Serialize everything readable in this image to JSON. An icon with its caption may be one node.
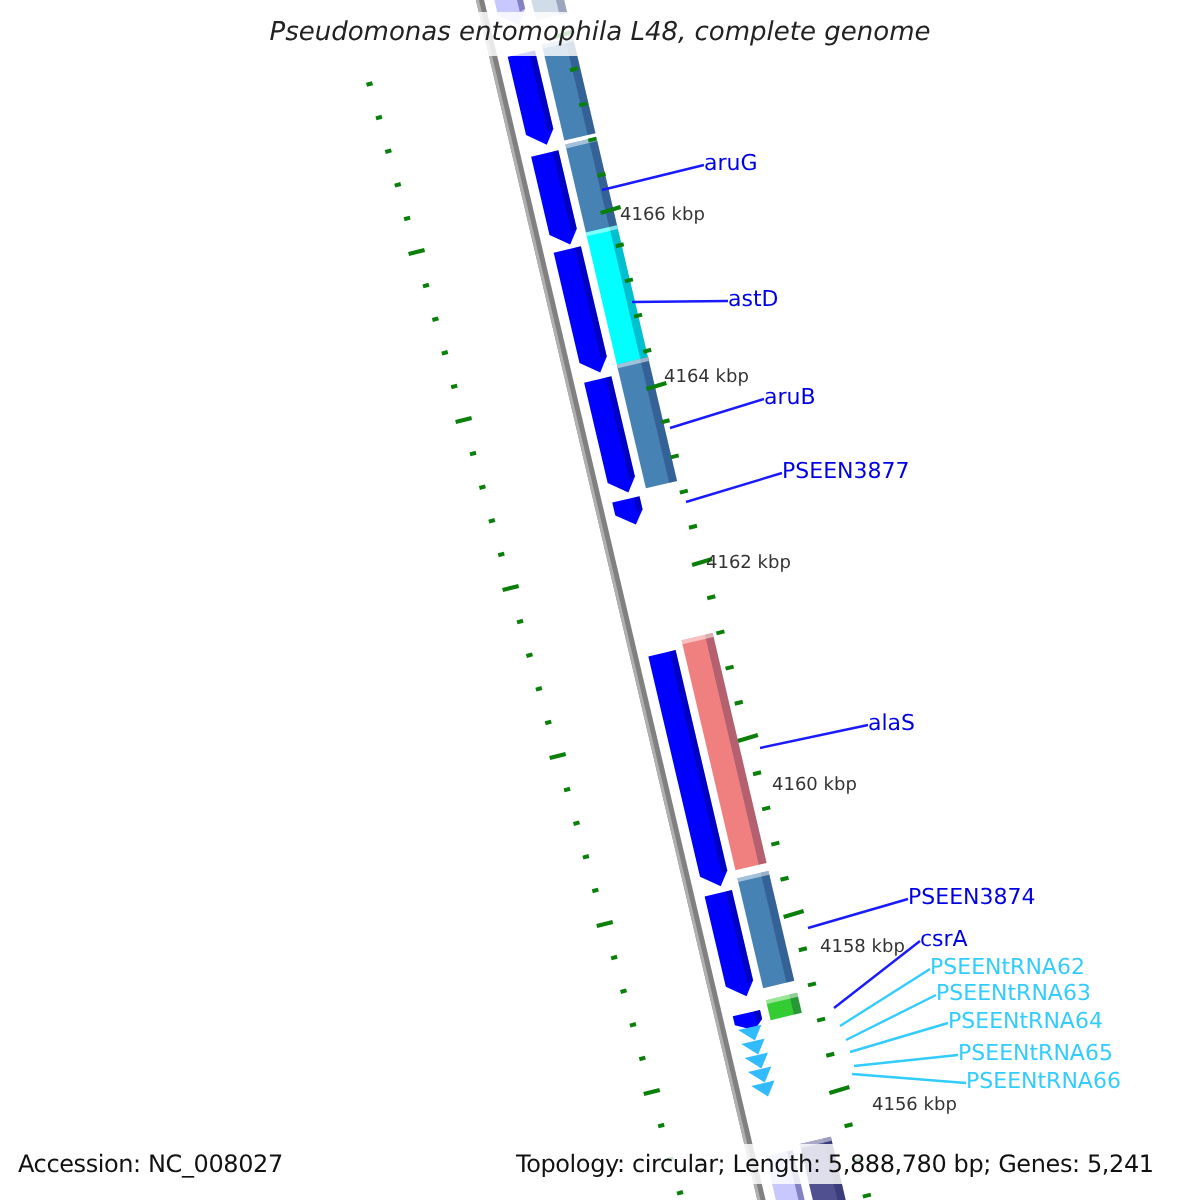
{
  "diagram": {
    "title": "Pseudomonas entomophila L48, complete genome",
    "nodes": [
      {
        "text": [
          "aruG"
        ]
      },
      {
        "text": [
          "astD"
        ]
      },
      {
        "text": [
          "aruB"
        ]
      },
      {
        "text": [
          "PSEEN3877"
        ]
      },
      {
        "text": [
          "alaS"
        ]
      },
      {
        "text": [
          "PSEEN3874"
        ]
      },
      {
        "text": [
          "csrA"
        ]
      },
      {
        "text": [
          "PSEENtRNA62"
        ]
      },
      {
        "text": [
          "PSEENtRNA63"
        ]
      },
      {
        "text": [
          "PSEENtRNA64"
        ]
      },
      {
        "text": [
          "PSEENtRNA65"
        ]
      },
      {
        "text": [
          "PSEENtRNA66"
        ]
      }
    ],
    "edges": [
      {
        "from": 0,
        "to": null,
        "arrow": "none"
      },
      {
        "from": 1,
        "to": null,
        "arrow": "none"
      },
      {
        "from": 2,
        "to": null,
        "arrow": "none"
      },
      {
        "from": 3,
        "to": null,
        "arrow": "none"
      },
      {
        "from": 4,
        "to": null,
        "arrow": "none"
      },
      {
        "from": 5,
        "to": null,
        "arrow": "none"
      },
      {
        "from": 6,
        "to": null,
        "arrow": "none"
      },
      {
        "from": 7,
        "to": null,
        "arrow": "none",
        "color": "#33ccff"
      },
      {
        "from": 8,
        "to": null,
        "arrow": "none",
        "color": "#33ccff"
      },
      {
        "from": 9,
        "to": null,
        "arrow": "none",
        "color": "#33ccff"
      },
      {
        "from": 10,
        "to": null,
        "arrow": "none",
        "color": "#33ccff"
      },
      {
        "from": 11,
        "to": null,
        "arrow": "none",
        "color": "#33ccff"
      }
    ],
    "labels": [
      "4166 kbp",
      "4164 kbp",
      "4162 kbp",
      "4160 kbp",
      "4158 kbp",
      "4156 kbp",
      "Accession: NC_008027",
      "Topology: circular; Length: 5,888,780 bp; Genes: 5,241"
    ]
  }
}
